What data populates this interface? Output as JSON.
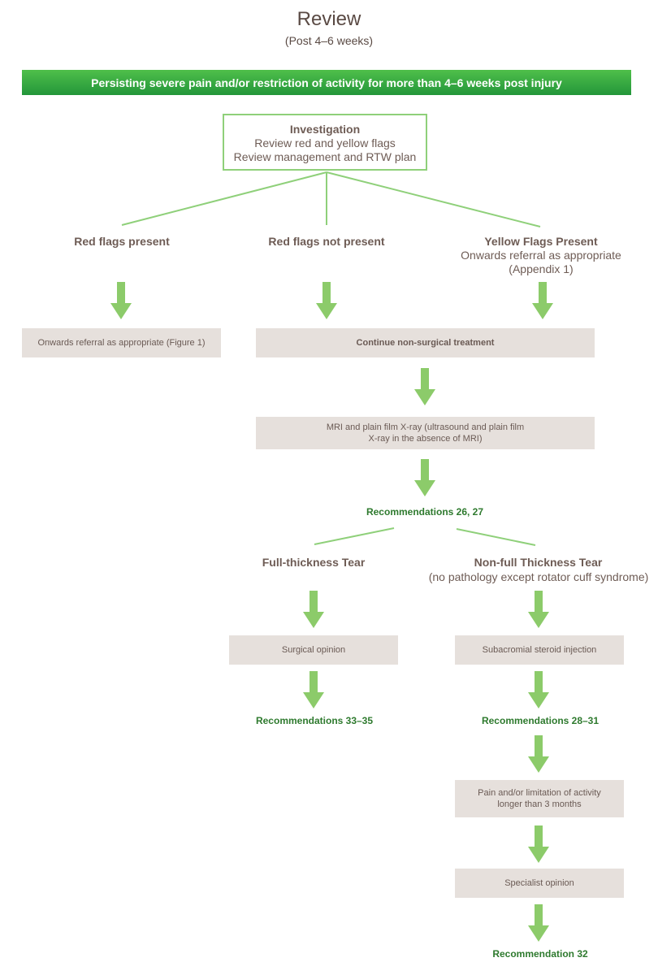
{
  "header": {
    "title": "Review",
    "subtitle": "(Post 4–6 weeks)"
  },
  "banner": {
    "text": "Persisting severe pain and/or restriction of activity for more than 4–6 weeks post injury"
  },
  "investigation": {
    "heading": "Investigation",
    "line1": "Review red and yellow flags",
    "line2": "Review management and RTW plan"
  },
  "branches": {
    "red_present": "Red flags present",
    "red_not_present": "Red flags not present",
    "yellow_present": "Yellow Flags Present",
    "yellow_sub1": "Onwards referral as appropriate",
    "yellow_sub2": "(Appendix 1)"
  },
  "boxes": {
    "onwards_referral": "Onwards referral as appropriate (Figure 1)",
    "continue_treatment": "Continue non-surgical treatment",
    "mri_line1": "MRI and plain film X-ray (ultrasound and plain film",
    "mri_line2": "X-ray in the absence of MRI)",
    "surgical_opinion": "Surgical opinion",
    "steroid_injection": "Subacromial steroid injection",
    "pain_line1": "Pain and/or limitation of activity",
    "pain_line2": "longer than 3 months",
    "specialist_opinion": "Specialist opinion"
  },
  "recommendations": {
    "rec_26_27": "Recommendations 26, 27",
    "rec_33_35": "Recommendations 33–35",
    "rec_28_31": "Recommendations 28–31",
    "rec_32": "Recommendation 32"
  },
  "tears": {
    "full": "Full-thickness Tear",
    "non_full": "Non-full Thickness Tear",
    "non_full_sub": "(no pathology except rotator cuff syndrome)"
  },
  "colors": {
    "arrow": "#8ccb6a",
    "connector": "#8fd07a",
    "banner": "#2e9e3e",
    "box": "#e6e0dc",
    "recommendation": "#2e7a2e",
    "text": "#6e5c55"
  }
}
